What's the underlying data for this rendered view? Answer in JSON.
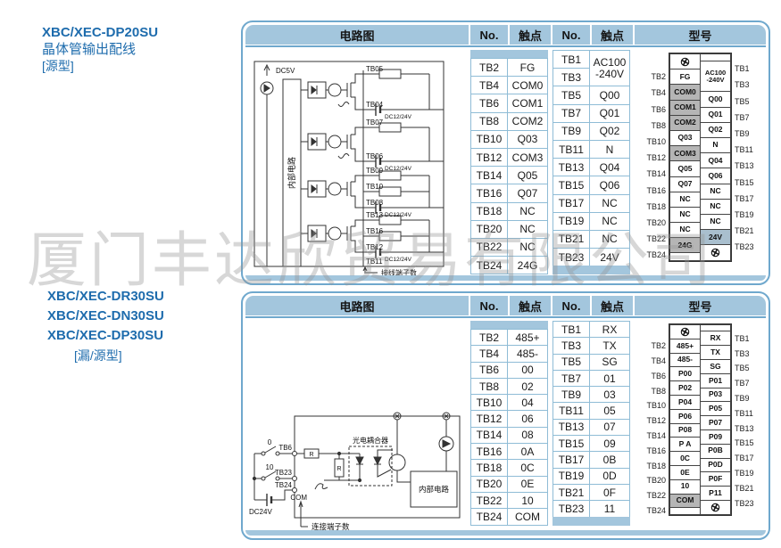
{
  "watermark": {
    "text": "厦门丰达欣贸易有限公司"
  },
  "titles_top": {
    "model": "XBC/XEC-DP20SU",
    "desc": "晶体管输出配线",
    "type": "[源型]"
  },
  "titles_bottom": {
    "model1": "XBC/XEC-DR30SU",
    "model2": "XBC/XEC-DN30SU",
    "model3": "XBC/XEC-DP30SU",
    "type": "[漏/源型]"
  },
  "colors": {
    "header_blue": "#a3c6dd",
    "panel_border": "#6fa8cd",
    "title_blue": "#1e6cad",
    "cell_border": "#8fbcd6",
    "shade_gray": "#b5b5b5",
    "shade_blue": "#a9bfce"
  },
  "panel1": {
    "header": {
      "circuit": "电路图",
      "no_a": "No.",
      "contact_a": "触点",
      "no_b": "No.",
      "contact_b": "触点",
      "model": "型号"
    },
    "circuit": {
      "power": "DC5V",
      "internal": "内部电路",
      "note": "接线端子数",
      "dc1": "DC12/24V",
      "dc2": "DC12/24V",
      "dc3": "DC12/24V",
      "dc4": "DC12/24V",
      "tb05": "TB05",
      "tb04": "TB04",
      "tb07": "TB07",
      "tb06": "TB06",
      "tb09": "TB09",
      "tb10": "TB10",
      "tb08": "TB08",
      "tb13": "TB13",
      "tb16": "TB16",
      "tb12": "TB12",
      "tb11": "TB11"
    },
    "table_a_rows": [
      [
        "TB2",
        "FG"
      ],
      [
        "TB4",
        "COM0"
      ],
      [
        "TB6",
        "COM1"
      ],
      [
        "TB8",
        "COM2"
      ],
      [
        "TB10",
        "Q03"
      ],
      [
        "TB12",
        "COM3"
      ],
      [
        "TB14",
        "Q05"
      ],
      [
        "TB16",
        "Q07"
      ],
      [
        "TB18",
        "NC"
      ],
      [
        "TB20",
        "NC"
      ],
      [
        "TB22",
        "NC"
      ],
      [
        "TB24",
        "24G"
      ]
    ],
    "table_b_rows": [
      [
        "TB1",
        "AC100"
      ],
      [
        "TB3",
        "-240V"
      ],
      [
        "TB5",
        "Q00"
      ],
      [
        "TB7",
        "Q01"
      ],
      [
        "TB9",
        "Q02"
      ],
      [
        "TB11",
        "N"
      ],
      [
        "TB13",
        "Q04"
      ],
      [
        "TB15",
        "Q06"
      ],
      [
        "TB17",
        "NC"
      ],
      [
        "TB19",
        "NC"
      ],
      [
        "TB21",
        "NC"
      ],
      [
        "TB23",
        "24V"
      ]
    ],
    "terminal": {
      "left_cells": [
        {
          "t": "screw"
        },
        {
          "t": "FG"
        },
        {
          "t": "COM0",
          "shade": "gray"
        },
        {
          "t": "COM1",
          "shade": "gray"
        },
        {
          "t": "COM2",
          "shade": "gray"
        },
        {
          "t": "Q03"
        },
        {
          "t": "COM3",
          "shade": "gray"
        },
        {
          "t": "Q05"
        },
        {
          "t": "Q07"
        },
        {
          "t": "NC"
        },
        {
          "t": "NC"
        },
        {
          "t": "NC"
        },
        {
          "t": "24G",
          "shade": "gray"
        }
      ],
      "right_cells": [
        {
          "t": "AC100",
          "t2": "-240V",
          "units": 2
        },
        {
          "t": "Q00"
        },
        {
          "t": "Q01"
        },
        {
          "t": "Q02"
        },
        {
          "t": "N"
        },
        {
          "t": "Q04"
        },
        {
          "t": "Q06"
        },
        {
          "t": "NC"
        },
        {
          "t": "NC"
        },
        {
          "t": "NC"
        },
        {
          "t": "24V",
          "shade": "blue"
        },
        {
          "t": "screw"
        }
      ],
      "left_labels": [
        "TB2",
        "TB4",
        "TB6",
        "TB8",
        "TB10",
        "TB12",
        "TB14",
        "TB16",
        "TB18",
        "TB20",
        "TB22",
        "TB24"
      ],
      "right_labels": [
        "TB1",
        "TB3",
        "TB5",
        "TB7",
        "TB9",
        "TB11",
        "TB13",
        "TB15",
        "TB17",
        "TB19",
        "TB21",
        "TB23"
      ]
    }
  },
  "panel2": {
    "header": {
      "circuit": "电路图",
      "no_a": "No.",
      "contact_a": "触点",
      "no_b": "No.",
      "contact_b": "触点",
      "model": "型号"
    },
    "circuit": {
      "sw0": "0",
      "sw10": "10",
      "tb6": "TB6",
      "tb23": "TB23",
      "tb24": "TB24",
      "com": "COM",
      "r1": "R",
      "r2": "R",
      "opto": "光电耦合器",
      "internal": "内部电路",
      "power": "DC24V",
      "note": "连接端子数"
    },
    "table_a_rows": [
      [
        "TB2",
        "485+"
      ],
      [
        "TB4",
        "485-"
      ],
      [
        "TB6",
        "00"
      ],
      [
        "TB8",
        "02"
      ],
      [
        "TB10",
        "04"
      ],
      [
        "TB12",
        "06"
      ],
      [
        "TB14",
        "08"
      ],
      [
        "TB16",
        "0A"
      ],
      [
        "TB18",
        "0C"
      ],
      [
        "TB20",
        "0E"
      ],
      [
        "TB22",
        "10"
      ],
      [
        "TB24",
        "COM"
      ]
    ],
    "table_b_rows": [
      [
        "TB1",
        "RX"
      ],
      [
        "TB3",
        "TX"
      ],
      [
        "TB5",
        "SG"
      ],
      [
        "TB7",
        "01"
      ],
      [
        "TB9",
        "03"
      ],
      [
        "TB11",
        "05"
      ],
      [
        "TB13",
        "07"
      ],
      [
        "TB15",
        "09"
      ],
      [
        "TB17",
        "0B"
      ],
      [
        "TB19",
        "0D"
      ],
      [
        "TB21",
        "0F"
      ],
      [
        "TB23",
        "11"
      ]
    ],
    "terminal": {
      "left_cells": [
        {
          "t": "screw"
        },
        {
          "t": "485+"
        },
        {
          "t": "485-"
        },
        {
          "t": "P00"
        },
        {
          "t": "P02"
        },
        {
          "t": "P04"
        },
        {
          "t": "P06"
        },
        {
          "t": "P08"
        },
        {
          "t": "P A"
        },
        {
          "t": "0C"
        },
        {
          "t": "0E"
        },
        {
          "t": "10"
        },
        {
          "t": "COM",
          "shade": "gray"
        }
      ],
      "right_cells": [
        {
          "t": "RX"
        },
        {
          "t": "TX"
        },
        {
          "t": "SG"
        },
        {
          "t": "P01"
        },
        {
          "t": "P03"
        },
        {
          "t": "P05"
        },
        {
          "t": "P07"
        },
        {
          "t": "P09"
        },
        {
          "t": "P0B"
        },
        {
          "t": "P0D"
        },
        {
          "t": "P0F"
        },
        {
          "t": "P11"
        },
        {
          "t": "screw"
        }
      ],
      "left_labels": [
        "TB2",
        "TB4",
        "TB6",
        "TB8",
        "TB10",
        "TB12",
        "TB14",
        "TB16",
        "TB18",
        "TB20",
        "TB22",
        "TB24"
      ],
      "right_labels": [
        "TB1",
        "TB3",
        "TB5",
        "TB7",
        "TB9",
        "TB11",
        "TB13",
        "TB15",
        "TB17",
        "TB19",
        "TB21",
        "TB23"
      ]
    }
  }
}
